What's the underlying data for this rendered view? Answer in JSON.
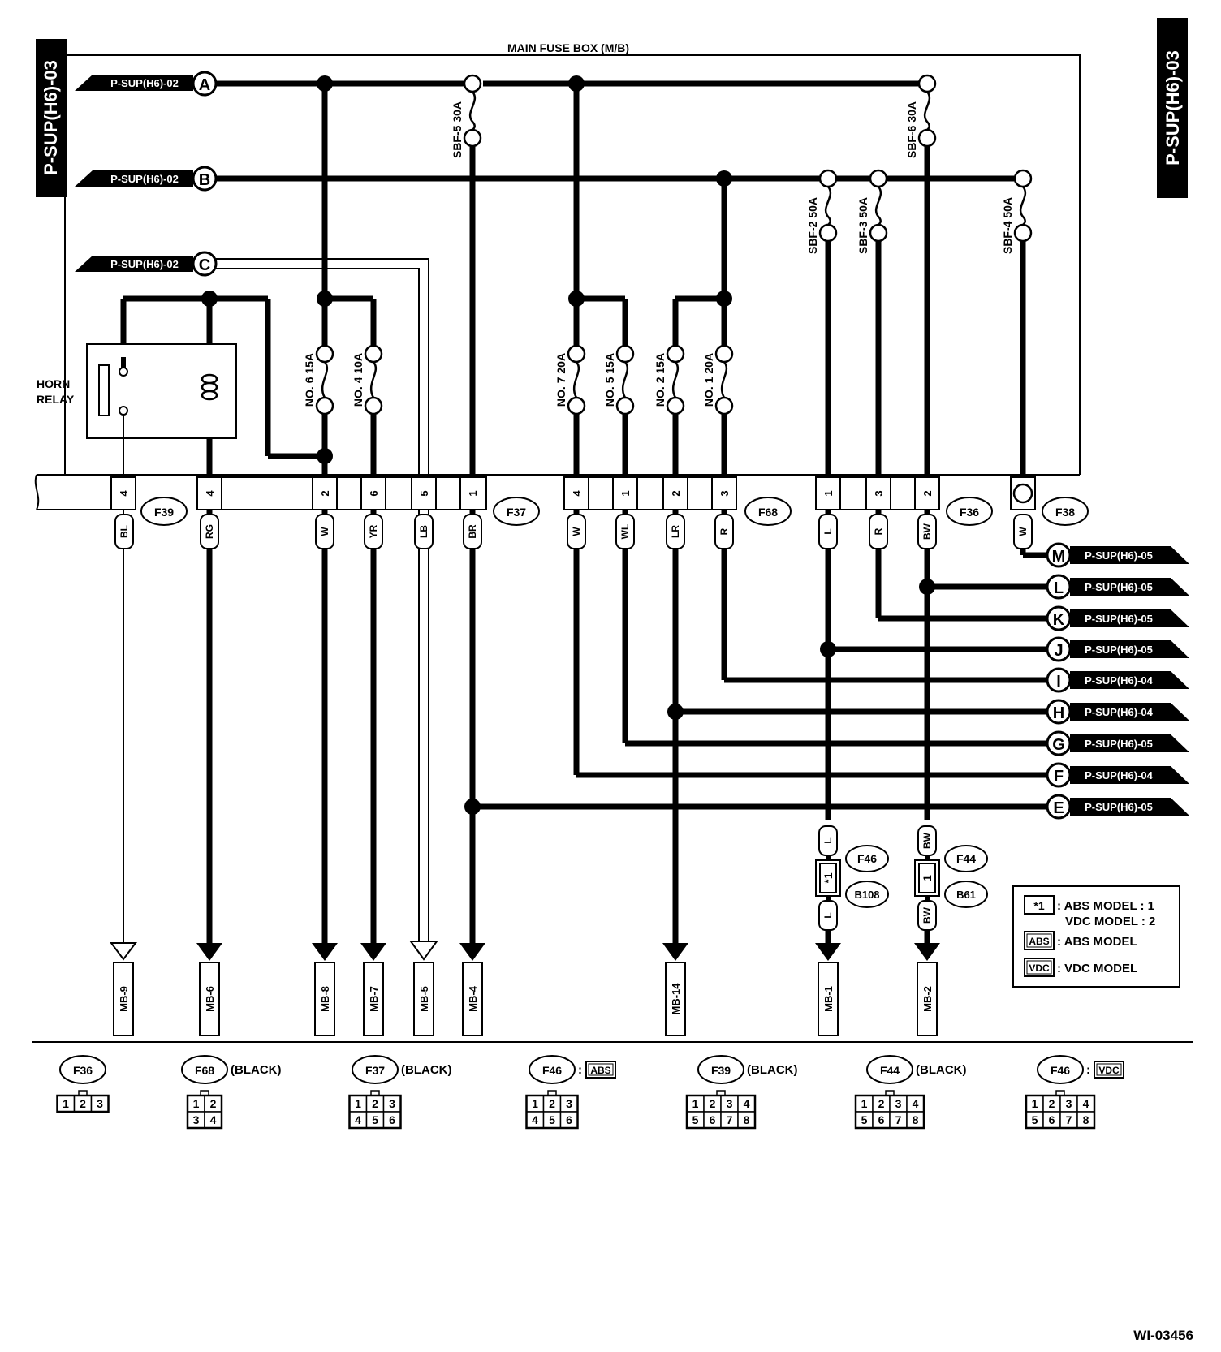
{
  "page": {
    "title": "MAIN FUSE BOX (M/B)",
    "side_label_left": "P-SUP(H6)-03",
    "side_label_right": "P-SUP(H6)-03",
    "figure_id": "WI-03456"
  },
  "inputs": [
    {
      "letter": "A",
      "ref": "P-SUP(H6)-02"
    },
    {
      "letter": "B",
      "ref": "P-SUP(H6)-02"
    },
    {
      "letter": "C",
      "ref": "P-SUP(H6)-02"
    }
  ],
  "fuses": {
    "sbf5": "SBF-5 30A",
    "sbf6": "SBF-6 30A",
    "sbf2": "SBF-2 50A",
    "sbf3": "SBF-3 50A",
    "sbf4": "SBF-4 50A",
    "no6": "NO. 6 15A",
    "no4": "NO. 4 10A",
    "no7": "NO. 7 20A",
    "no5": "NO. 5 15A",
    "no2": "NO. 2 15A",
    "no1": "NO. 1 20A"
  },
  "horn_relay": {
    "line1": "HORN",
    "line2": "RELAY"
  },
  "connectors": {
    "F39": {
      "id": "F39",
      "pins": [
        "4"
      ],
      "wires": [
        "BL"
      ]
    },
    "F37": {
      "id": "F37",
      "pins": [
        "4",
        "2",
        "6",
        "5",
        "1"
      ],
      "wires": [
        "RG",
        "W",
        "YR",
        "LB",
        "BR"
      ]
    },
    "F68": {
      "id": "F68",
      "pins": [
        "4",
        "1",
        "2",
        "3"
      ],
      "wires": [
        "W",
        "WL",
        "LR",
        "R"
      ]
    },
    "F36": {
      "id": "F36",
      "pins": [
        "1",
        "3",
        "2"
      ],
      "wires": [
        "L",
        "R",
        "BW"
      ]
    },
    "F38": {
      "id": "F38",
      "wires": [
        "W"
      ]
    }
  },
  "outputs": [
    {
      "letter": "M",
      "ref": "P-SUP(H6)-05"
    },
    {
      "letter": "L",
      "ref": "P-SUP(H6)-05"
    },
    {
      "letter": "K",
      "ref": "P-SUP(H6)-05"
    },
    {
      "letter": "J",
      "ref": "P-SUP(H6)-05"
    },
    {
      "letter": "I",
      "ref": "P-SUP(H6)-04"
    },
    {
      "letter": "H",
      "ref": "P-SUP(H6)-04"
    },
    {
      "letter": "G",
      "ref": "P-SUP(H6)-05"
    },
    {
      "letter": "F",
      "ref": "P-SUP(H6)-04"
    },
    {
      "letter": "E",
      "ref": "P-SUP(H6)-05"
    }
  ],
  "inline_connectors": {
    "left": {
      "top": "F46",
      "bottom": "B108",
      "pin": "*1",
      "wire_top": "L",
      "wire_bottom": "L"
    },
    "right": {
      "top": "F44",
      "bottom": "B61",
      "pin": "1",
      "wire_top": "BW",
      "wire_bottom": "BW"
    }
  },
  "legend": {
    "star_symbol": "*1",
    "line1": ": ABS MODEL : 1",
    "line2": "VDC MODEL  : 2",
    "abs_symbol": "ABS",
    "abs_text": ": ABS MODEL",
    "vdc_symbol": "VDC",
    "vdc_text": ": VDC MODEL"
  },
  "grounds": [
    "MB-9",
    "MB-6",
    "MB-8",
    "MB-7",
    "MB-5",
    "MB-4",
    "MB-14",
    "MB-1",
    "MB-2"
  ],
  "connector_views": [
    {
      "id": "F36",
      "note": "",
      "tag": "",
      "rows": [
        [
          "1",
          "2",
          "3"
        ]
      ]
    },
    {
      "id": "F68",
      "note": "(BLACK)",
      "tag": "",
      "rows": [
        [
          "1",
          "2"
        ],
        [
          "3",
          "4"
        ]
      ]
    },
    {
      "id": "F37",
      "note": "(BLACK)",
      "tag": "",
      "rows": [
        [
          "1",
          "2",
          "3"
        ],
        [
          "4",
          "5",
          "6"
        ]
      ]
    },
    {
      "id": "F46",
      "note": "",
      "tag": "ABS",
      "rows": [
        [
          "1",
          "2",
          "3"
        ],
        [
          "4",
          "5",
          "6"
        ]
      ]
    },
    {
      "id": "F39",
      "note": "(BLACK)",
      "tag": "",
      "rows": [
        [
          "1",
          "2",
          "3",
          "4"
        ],
        [
          "5",
          "6",
          "7",
          "8"
        ]
      ]
    },
    {
      "id": "F44",
      "note": "(BLACK)",
      "tag": "",
      "rows": [
        [
          "1",
          "2",
          "3",
          "4"
        ],
        [
          "5",
          "6",
          "7",
          "8"
        ]
      ]
    },
    {
      "id": "F46",
      "note": "",
      "tag": "VDC",
      "rows": [
        [
          "1",
          "2",
          "3",
          "4"
        ],
        [
          "5",
          "6",
          "7",
          "8"
        ]
      ]
    }
  ]
}
